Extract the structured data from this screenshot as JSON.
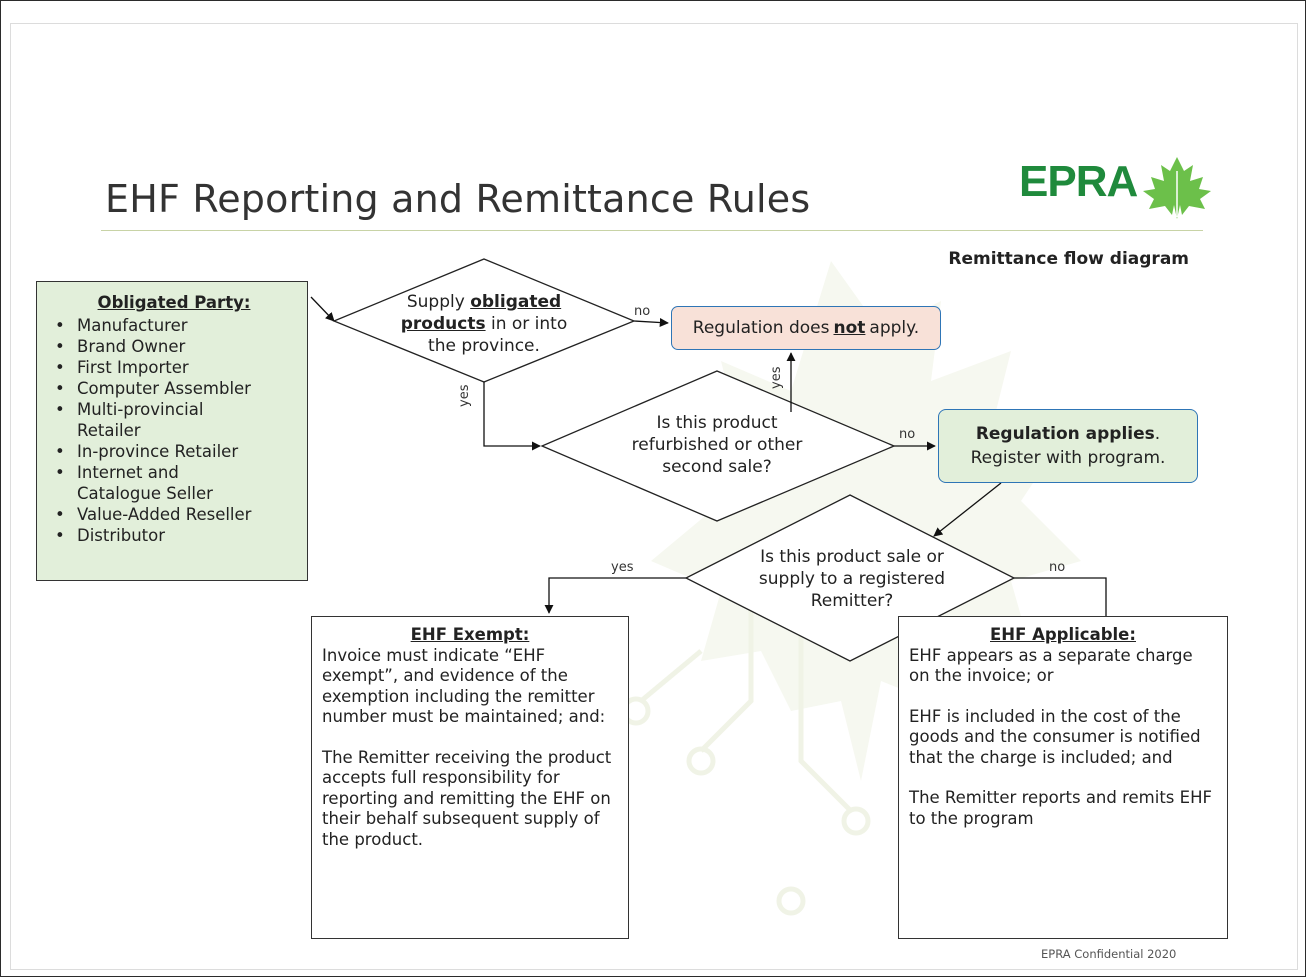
{
  "title": "EHF Reporting and Remittance Rules",
  "logo_text": "EPRA",
  "subtitle": "Remittance flow diagram",
  "obligated_party": {
    "heading": "Obligated Party:",
    "items": [
      "Manufacturer",
      "Brand Owner",
      "First Importer",
      "Computer Assembler",
      "Multi-provincial Retailer",
      "In-province Retailer",
      "Internet and Catalogue Seller",
      "Value-Added Reseller",
      "Distributor"
    ]
  },
  "decision1": {
    "pre": "Supply ",
    "bold": "obligated products",
    "post": " in or into the province."
  },
  "not_apply": {
    "pre": "Regulation does ",
    "bold": "not",
    "post": " apply."
  },
  "decision2": "Is this product refurbished or other second sale?",
  "applies": {
    "bold": "Regulation applies",
    "dot": ".",
    "line2": "Register with program."
  },
  "decision3": "Is this product sale or supply to a registered Remitter?",
  "labels": {
    "no": "no",
    "yes": "yes"
  },
  "exempt": {
    "heading": "EHF Exempt:",
    "p1": "Invoice must indicate “EHF exempt”, and evidence of the exemption including the remitter number must be maintained; and:",
    "p2": "The Remitter receiving the product accepts full responsibility for reporting and remitting the EHF on their behalf subsequent supply of the product."
  },
  "applicable": {
    "heading": "EHF Applicable:",
    "p1": "EHF appears as a separate charge on the invoice; or",
    "p2": "EHF is included in the cost of the goods and the consumer is notified that the charge is included; and",
    "p3": "The Remitter reports and remits EHF to the program"
  },
  "footer": "EPRA Confidential 2020",
  "colors": {
    "green_fill": "#e2efda",
    "peach_fill": "#f8e1d8",
    "blue_border": "#2e75b6",
    "logo_green": "#1f8a3c"
  }
}
